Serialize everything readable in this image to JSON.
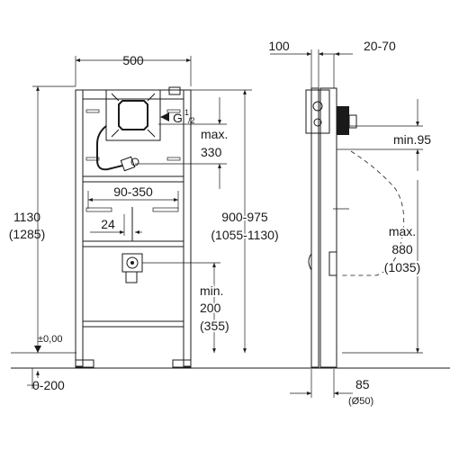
{
  "front_view": {
    "width_label": "500",
    "height_label": "1130",
    "height_alt_label": "(1285)",
    "connection_label": "G",
    "connection_super": "1",
    "connection_sub": "/2",
    "max_label": "max.",
    "max_value": "330",
    "span_label": "90-350",
    "small_label": "24",
    "drain_height_label": "900-975",
    "drain_height_alt_label": "(1055-1130)",
    "min_label": "min.",
    "min_value": "200",
    "min_alt_value": "(355)",
    "floor_level_label": "±0,00",
    "floor_offset_label": "0-200"
  },
  "side_view": {
    "wall_depth_label": "100",
    "adjust_label": "20-70",
    "min_top_label": "min.95",
    "max_label": "max.",
    "max_value": "880",
    "max_alt_value": "(1035)",
    "pipe_label": "85",
    "pipe_diameter_label": "(Ø50)"
  }
}
